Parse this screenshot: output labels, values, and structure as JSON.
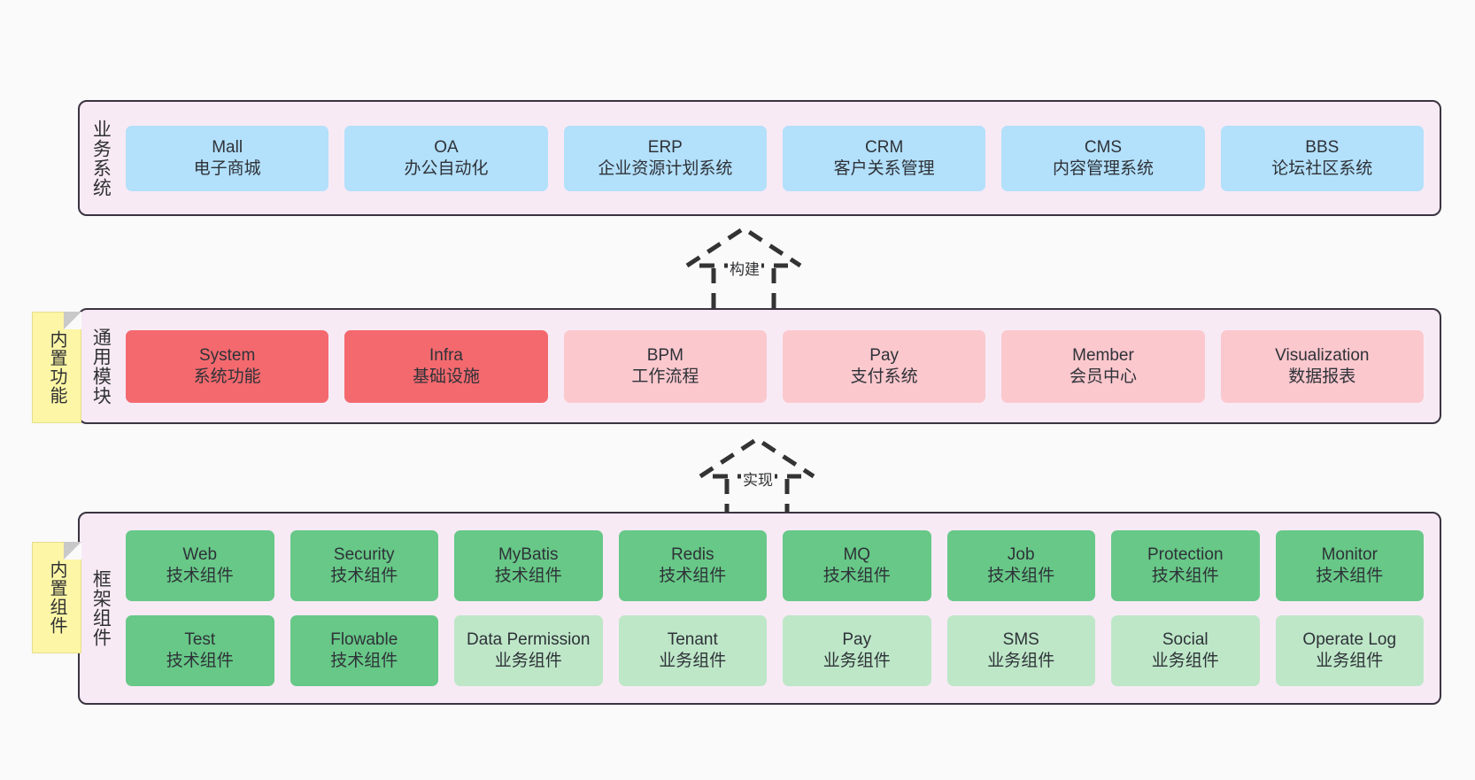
{
  "diagram": {
    "background_color": "#FAFAFA",
    "panel_color": "#F7EAF5",
    "border_color": "#3A3340"
  },
  "notes": [
    {
      "name": "builtin-functions",
      "text": "内置功能"
    },
    {
      "name": "builtin-components",
      "text": "内置组件"
    }
  ],
  "connectors": [
    {
      "name": "build",
      "label": "构建",
      "style": "dashed-generalization"
    },
    {
      "name": "implement",
      "label": "实现",
      "style": "dashed-generalization"
    }
  ],
  "layers": [
    {
      "id": "business",
      "title": "业务系统",
      "color": "#B3E0FB",
      "rows": [
        [
          {
            "en": "Mall",
            "cn": "电子商城",
            "tone": "blue"
          },
          {
            "en": "OA",
            "cn": "办公自动化",
            "tone": "blue"
          },
          {
            "en": "ERP",
            "cn": "企业资源计划系统",
            "tone": "blue"
          },
          {
            "en": "CRM",
            "cn": "客户关系管理",
            "tone": "blue"
          },
          {
            "en": "CMS",
            "cn": "内容管理系统",
            "tone": "blue"
          },
          {
            "en": "BBS",
            "cn": "论坛社区系统",
            "tone": "blue"
          }
        ]
      ]
    },
    {
      "id": "common",
      "title": "通用模块",
      "color": "#F4696E",
      "rows": [
        [
          {
            "en": "System",
            "cn": "系统功能",
            "tone": "red"
          },
          {
            "en": "Infra",
            "cn": "基础设施",
            "tone": "red"
          },
          {
            "en": "BPM",
            "cn": "工作流程",
            "tone": "pink"
          },
          {
            "en": "Pay",
            "cn": "支付系统",
            "tone": "pink"
          },
          {
            "en": "Member",
            "cn": "会员中心",
            "tone": "pink"
          },
          {
            "en": "Visualization",
            "cn": "数据报表",
            "tone": "pink"
          }
        ]
      ]
    },
    {
      "id": "framework",
      "title": "框架组件",
      "color": "#67C887",
      "rows": [
        [
          {
            "en": "Web",
            "cn": "技术组件",
            "tone": "green"
          },
          {
            "en": "Security",
            "cn": "技术组件",
            "tone": "green"
          },
          {
            "en": "MyBatis",
            "cn": "技术组件",
            "tone": "green"
          },
          {
            "en": "Redis",
            "cn": "技术组件",
            "tone": "green"
          },
          {
            "en": "MQ",
            "cn": "技术组件",
            "tone": "green"
          },
          {
            "en": "Job",
            "cn": "技术组件",
            "tone": "green"
          },
          {
            "en": "Protection",
            "cn": "技术组件",
            "tone": "green"
          },
          {
            "en": "Monitor",
            "cn": "技术组件",
            "tone": "green"
          }
        ],
        [
          {
            "en": "Test",
            "cn": "技术组件",
            "tone": "green"
          },
          {
            "en": "Flowable",
            "cn": "技术组件",
            "tone": "green"
          },
          {
            "en": "Data Permission",
            "cn": "业务组件",
            "tone": "lightgreen"
          },
          {
            "en": "Tenant",
            "cn": "业务组件",
            "tone": "lightgreen"
          },
          {
            "en": "Pay",
            "cn": "业务组件",
            "tone": "lightgreen"
          },
          {
            "en": "SMS",
            "cn": "业务组件",
            "tone": "lightgreen"
          },
          {
            "en": "Social",
            "cn": "业务组件",
            "tone": "lightgreen"
          },
          {
            "en": "Operate Log",
            "cn": "业务组件",
            "tone": "lightgreen"
          }
        ]
      ]
    }
  ]
}
